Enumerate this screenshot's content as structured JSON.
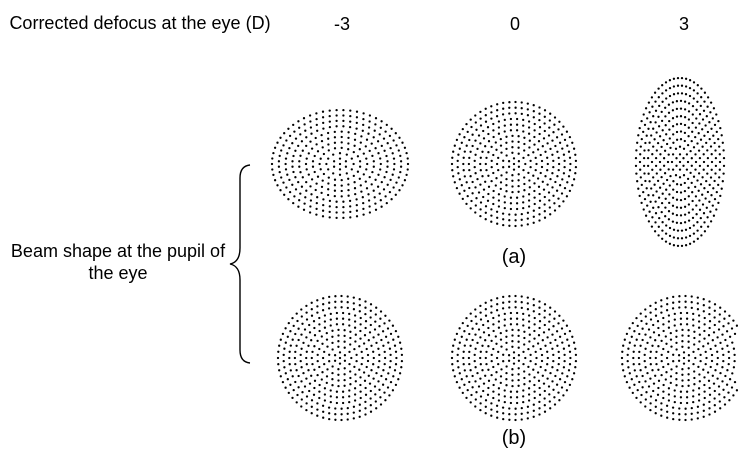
{
  "header_label": "Corrected defocus at the eye (D)",
  "columns": [
    "-3",
    "0",
    "3"
  ],
  "side_label": "Beam shape at the pupil of the eye",
  "captions": {
    "a": "(a)",
    "b": "(b)"
  },
  "rows": [
    {
      "caption_key": "a",
      "shapes": [
        "wide-ellipse",
        "circle",
        "tall-ellipse"
      ]
    },
    {
      "caption_key": "b",
      "shapes": [
        "circle",
        "circle",
        "circle-clipped"
      ]
    }
  ],
  "dot_color": "#000000"
}
